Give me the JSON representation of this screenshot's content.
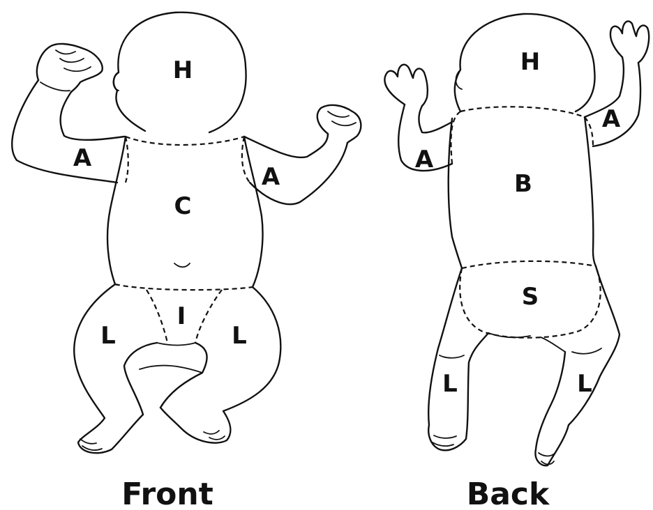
{
  "captions": {
    "front": "Front",
    "back": "Back"
  },
  "front_regions": {
    "head": "H",
    "arm_left": "A",
    "arm_right": "A",
    "chest": "C",
    "inguinal": "I",
    "leg_left": "L",
    "leg_right": "L"
  },
  "back_regions": {
    "head": "H",
    "arm_left": "A",
    "arm_right": "A",
    "back": "B",
    "buttocks": "S",
    "leg_left": "L",
    "leg_right": "L"
  },
  "colors": {
    "line": "#111111",
    "background": "#ffffff"
  }
}
